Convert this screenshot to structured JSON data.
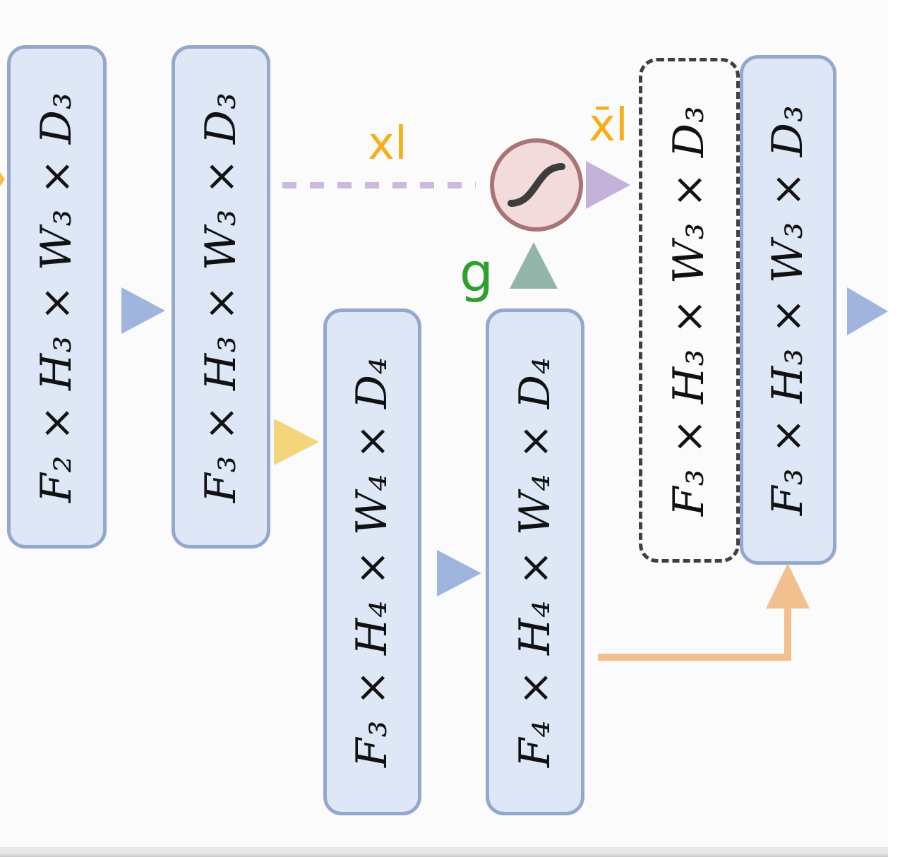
{
  "figure": {
    "type": "tensor-flow-gating-diagram",
    "boxes": [
      {
        "label": "F₂ × H₃ × W₃ × D₃",
        "style": "solid"
      },
      {
        "label": "F₃ × H₃ × W₃ × D₃",
        "style": "solid"
      },
      {
        "label": "F₃ × H₄ × W₄ × D₄",
        "style": "solid"
      },
      {
        "label": "F₄ × H₄ × W₄ × D₄",
        "style": "solid"
      },
      {
        "label": "F₃ × H₃ × W₃ × D₃",
        "style": "dashed"
      },
      {
        "label": "F₃ × H₃ × W₃ × D₃",
        "style": "solid"
      }
    ],
    "annotations": {
      "skip_label": "xl",
      "gated_output_label": "x̄l",
      "gate_label": "g"
    },
    "nodes": {
      "sigmoid_gate": "sigmoid-activation"
    },
    "colors": {
      "canvas_bg": "#fbfbfc",
      "box_fill": "#dde7f5",
      "box_border": "#94a7cc",
      "dashed_border": "#3f3f3f",
      "arrow_blue": "#9fb5de",
      "arrow_yellow": "#f3d57c",
      "arrow_lavender": "#c4b2d8",
      "arrow_teal": "#93b5aa",
      "arrow_orange": "#f2c08f",
      "dash_line": "#cbb9de",
      "label_orange": "#f5af1b",
      "label_green": "#2fa02c",
      "sigmoid_fill": "#f3dbdb",
      "sigmoid_border": "#a87474",
      "sigmoid_curve": "#3d3d3d"
    }
  }
}
